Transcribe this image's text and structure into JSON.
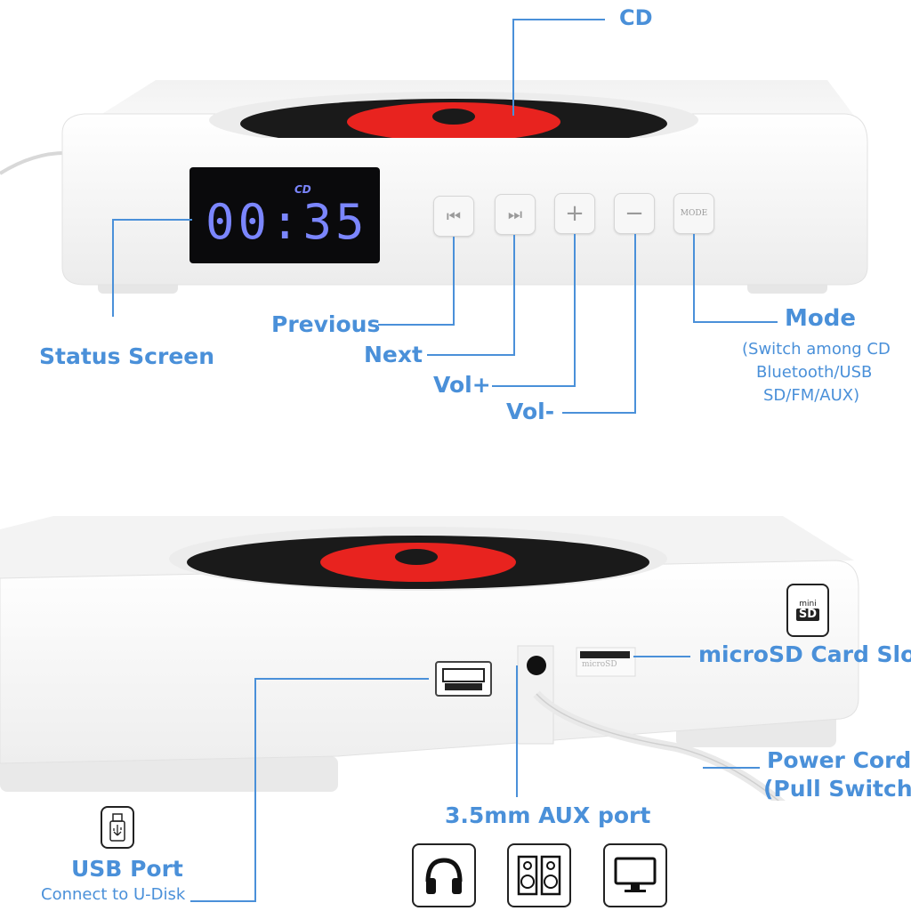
{
  "top": {
    "cd_label": "CD",
    "display_mode": "CD",
    "display_time": "00:35",
    "buttons": {
      "previous_glyph": "⏮",
      "next_glyph": "⏭",
      "vol_up_glyph": "+",
      "vol_down_glyph": "−",
      "mode_text": "MODE"
    },
    "labels": {
      "status_screen": "Status Screen",
      "previous": "Previous",
      "next": "Next",
      "vol_plus": "Vol+",
      "vol_minus": "Vol-",
      "mode": "Mode",
      "mode_desc_1": "(Switch among CD",
      "mode_desc_2": "Bluetooth/USB",
      "mode_desc_3": "SD/FM/AUX)"
    }
  },
  "bottom": {
    "labels": {
      "microsd_slot": "microSD Card Slot",
      "power_cord_1": "Power Cord",
      "power_cord_2": "(Pull Switch)",
      "aux_port": "3.5mm AUX port",
      "usb_port": "USB Port",
      "usb_desc": "Connect to U-Disk"
    },
    "microsd_icon_top": "mini",
    "microsd_icon_bottom": "SD",
    "slot_engraving": "microSD"
  },
  "icons": [
    "usb-drive-icon",
    "headphones-icon",
    "speakers-icon",
    "monitor-icon",
    "microsd-card-icon"
  ],
  "colors": {
    "accent": "#4a90d9",
    "disc_red": "#e8231f",
    "disc_black": "#1a1a1a",
    "display_digits": "#7b86ff",
    "device_body": "#f4f4f4"
  }
}
